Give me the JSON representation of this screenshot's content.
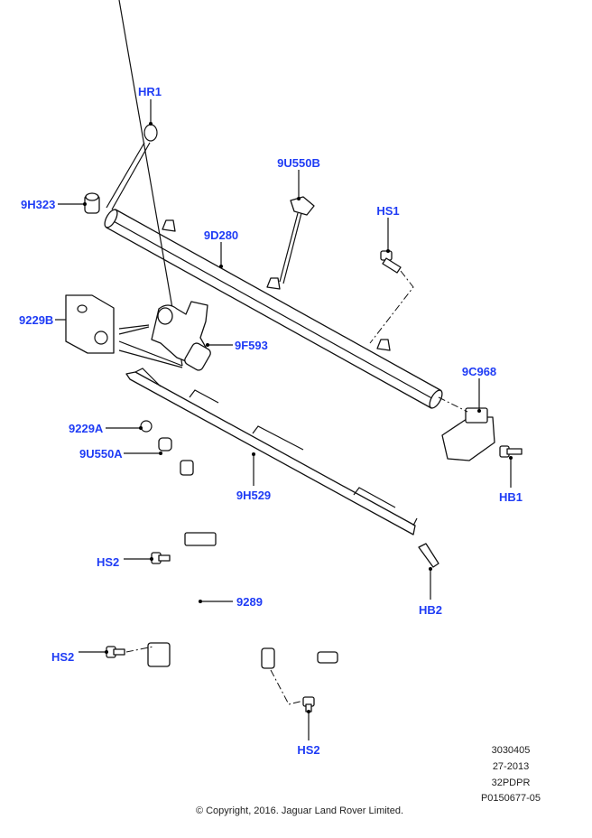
{
  "labels": {
    "hr1": "HR1",
    "9h323": "9H323",
    "9u550b": "9U550B",
    "9d280": "9D280",
    "hs1": "HS1",
    "9229b": "9229B",
    "9f593": "9F593",
    "9c968": "9C968",
    "9229a": "9229A",
    "9u550a": "9U550A",
    "9h529": "9H529",
    "hb1": "HB1",
    "hs2_a": "HS2",
    "9289": "9289",
    "hb2": "HB2",
    "hs2_b": "HS2",
    "hs2_c": "HS2"
  },
  "reference": [
    "3030405",
    "27-2013",
    "32PDPR",
    "P0150677-05"
  ],
  "copyright": "© Copyright, 2016. Jaguar Land Rover Limited.",
  "colors": {
    "label": "#1f3cf5"
  }
}
